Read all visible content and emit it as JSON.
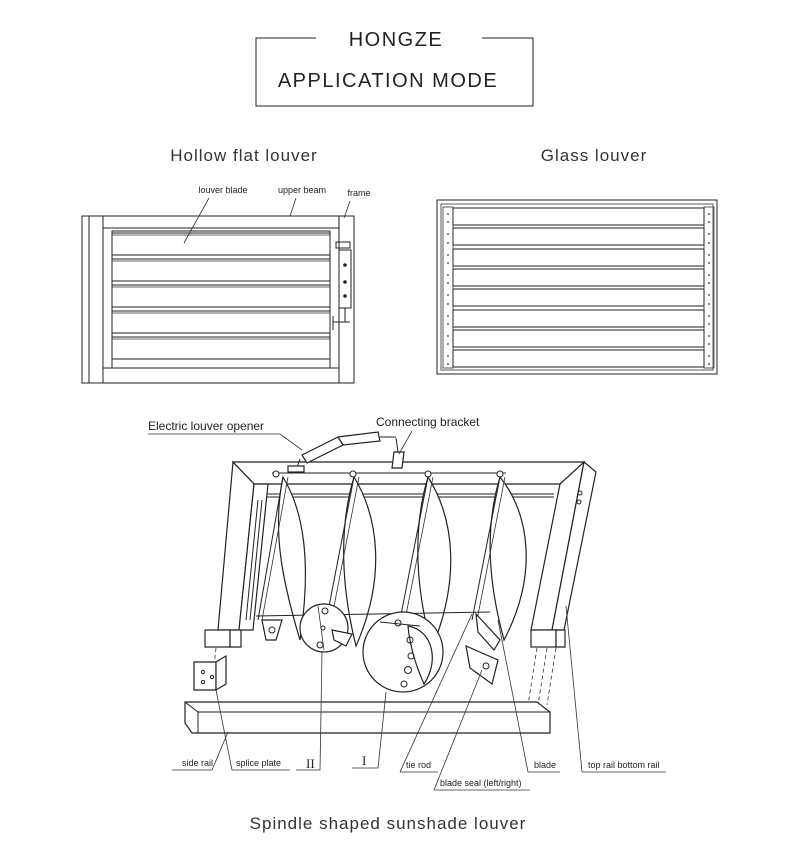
{
  "header": {
    "brand": "HONGZE",
    "subtitle": "APPLICATION MODE"
  },
  "sections": {
    "hollow": {
      "title": "Hollow flat louver",
      "labels": {
        "blade": "louver blade",
        "beam": "upper beam",
        "frame": "frame"
      }
    },
    "glass": {
      "title": "Glass louver"
    },
    "spindle": {
      "title": "Spindle shaped sunshade louver",
      "labels": {
        "opener": "Electric louver opener",
        "bracket": "Connecting bracket",
        "side_rail": "side rail",
        "splice_plate": "splice plate",
        "detail_2": "II",
        "detail_1": "I",
        "tie_rod": "tie rod",
        "blade_seal": "blade seal (left/right)",
        "blade": "blade",
        "top_rail": "top rail bottom rail"
      }
    }
  }
}
